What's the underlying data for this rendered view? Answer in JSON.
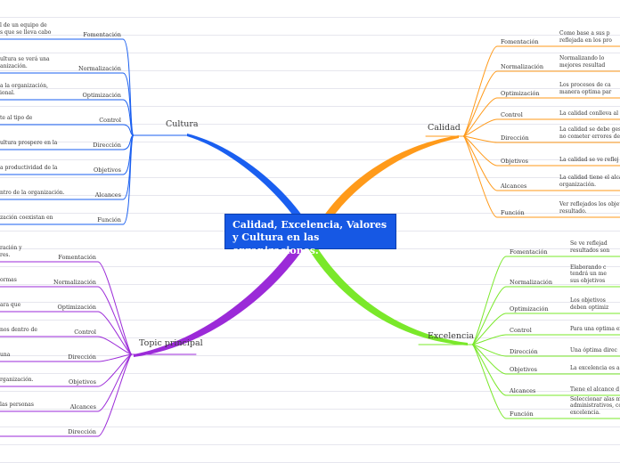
{
  "central": "Calidad, Excelencia, Valores y Cultura en las organizaciones.",
  "branches": {
    "cultura": {
      "title": "Cultura",
      "color": "#1a5ff0",
      "items": [
        {
          "label": "Fomentación",
          "desc": "...l de un equipo de\n...s que se lleva cabo"
        },
        {
          "label": "Normalización",
          "desc": "...ultura se verá una\n...anización."
        },
        {
          "label": "Optimización",
          "desc": "...a la organización,\n...ional."
        },
        {
          "label": "Control",
          "desc": "...te al tipo de"
        },
        {
          "label": "Dirección",
          "desc": "...ultura prospere en la"
        },
        {
          "label": "Objetivos",
          "desc": "...a productividad de la"
        },
        {
          "label": "Alcances",
          "desc": "...ntro de la organización."
        },
        {
          "label": "Función",
          "desc": "...zación coexistan en"
        }
      ]
    },
    "topic": {
      "title": "Topic principal",
      "color": "#9b2ad8",
      "items": [
        {
          "label": "Fomentación",
          "desc": "...ración y\n...res."
        },
        {
          "label": "Normalización",
          "desc": "...ormas"
        },
        {
          "label": "Optimización",
          "desc": "...ara que"
        },
        {
          "label": "Control",
          "desc": "...nos dentro de"
        },
        {
          "label": "Dirección",
          "desc": "...una"
        },
        {
          "label": "Objetivos",
          "desc": "...rganización."
        },
        {
          "label": "Alcances",
          "desc": "...las personas"
        },
        {
          "label": "Dirección",
          "desc": ""
        }
      ]
    },
    "calidad": {
      "title": "Calidad",
      "color": "#ff9a1a",
      "items": [
        {
          "label": "Fomentación",
          "desc": "Como base a sus p...\nreflejada en los pro..."
        },
        {
          "label": "Normalización",
          "desc": "Normalizando lo...\nmejores resultad..."
        },
        {
          "label": "Optimización",
          "desc": "Los procesos de ca...\nmanera optima par..."
        },
        {
          "label": "Control",
          "desc": "La calidad conlleva al co..."
        },
        {
          "label": "Dirección",
          "desc": "La calidad se debe ges...\nno cometer errores de..."
        },
        {
          "label": "Objetivos",
          "desc": "La calidad se ve reflej..."
        },
        {
          "label": "Alcances",
          "desc": "La calidad tiene el alca...\norganización."
        },
        {
          "label": "Función",
          "desc": "Ver reflejados los objeti...\nresultado."
        }
      ]
    },
    "excelencia": {
      "title": "Excelencia",
      "color": "#7ae82a",
      "items": [
        {
          "label": "Fomentación",
          "desc": "Se ve reflejad...\nresultados son..."
        },
        {
          "label": "Normalización",
          "desc": "Elaborando c...\ntendrá un me...\nsus objetivos..."
        },
        {
          "label": "Optimización",
          "desc": "Los objetivos...\ndeben optimiz..."
        },
        {
          "label": "Control",
          "desc": "Para una optima exc..."
        },
        {
          "label": "Dirección",
          "desc": "Una óptima direc..."
        },
        {
          "label": "Objetivos",
          "desc": "La excelencia es a..."
        },
        {
          "label": "Alcances",
          "desc": "Tiene el alcance d..."
        },
        {
          "label": "Función",
          "desc": "Seleccionar alas ma...\nadministrativos, co...\nexcelencia."
        }
      ]
    }
  }
}
